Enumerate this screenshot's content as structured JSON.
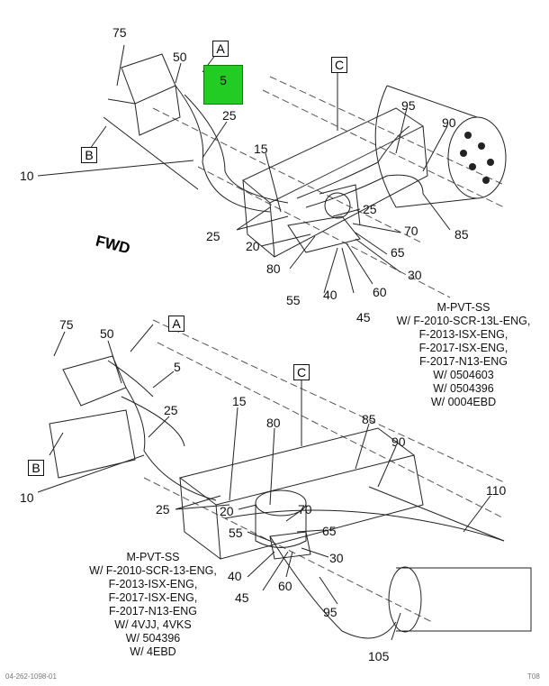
{
  "top": {
    "highlight_callout": "5",
    "refs": {
      "a": "A",
      "b": "B",
      "c": "C"
    },
    "callouts": {
      "c75": "75",
      "c50": "50",
      "c25a": "25",
      "c10": "10",
      "c15": "15",
      "c25b": "25",
      "c25c": "25",
      "c20": "20",
      "c80": "80",
      "c55": "55",
      "c40": "40",
      "c45": "45",
      "c60": "60",
      "c30": "30",
      "c65": "65",
      "c70": "70",
      "c95": "95",
      "c90": "90",
      "c85": "85"
    },
    "fwd": "FWD",
    "note": [
      "M-PVT-SS",
      "W/ F-2010-SCR-13L-ENG,",
      "F-2013-ISX-ENG,",
      "F-2017-ISX-ENG,",
      "F-2017-N13-ENG",
      "W/ 0504603",
      "W/ 0504396",
      "W/ 0004EBD"
    ]
  },
  "bottom": {
    "refs": {
      "a": "A",
      "b": "B",
      "c": "C"
    },
    "callouts": {
      "c75": "75",
      "c50": "50",
      "c5": "5",
      "c25a": "25",
      "c10": "10",
      "c15": "15",
      "c80": "80",
      "c85": "85",
      "c90": "90",
      "c110": "110",
      "c25b": "25",
      "c20": "20",
      "c70": "70",
      "c65": "65",
      "c55": "55",
      "c30": "30",
      "c40": "40",
      "c45": "45",
      "c60": "60",
      "c95": "95",
      "c105": "105"
    },
    "note": [
      "M-PVT-SS",
      "W/ F-2010-SCR-13-ENG,",
      "F-2013-ISX-ENG,",
      "F-2017-ISX-ENG,",
      "F-2017-N13-ENG",
      "W/ 4VJJ, 4VKS",
      "W/ 504396",
      "W/ 4EBD"
    ]
  },
  "footer": {
    "left": "04-262-1098-01",
    "right": "T08"
  }
}
